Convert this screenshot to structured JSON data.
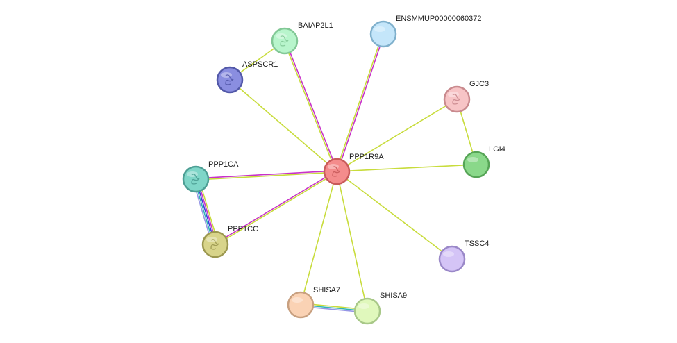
{
  "nodes": [
    {
      "id": "PPP1R9A",
      "label": "PPP1R9A",
      "fill": "#f48c8c",
      "stroke": "#c85a5a",
      "has_structure": true
    },
    {
      "id": "BAIAP2L1",
      "label": "BAIAP2L1",
      "fill": "#b8f5cc",
      "stroke": "#82c896",
      "has_structure": true
    },
    {
      "id": "ENSMMUP00000060372",
      "label": "ENSMMUP00000060372",
      "fill": "#c4e6fa",
      "stroke": "#7fb0cc",
      "has_structure": false
    },
    {
      "id": "ASPSCR1",
      "label": "ASPSCR1",
      "fill": "#8a8ee0",
      "stroke": "#5258a8",
      "has_structure": true
    },
    {
      "id": "GJC3",
      "label": "GJC3",
      "fill": "#f7c4c6",
      "stroke": "#c98a8e",
      "has_structure": true
    },
    {
      "id": "LGI4",
      "label": "LGI4",
      "fill": "#8ad88a",
      "stroke": "#56a456",
      "has_structure": false
    },
    {
      "id": "PPP1CA",
      "label": "PPP1CA",
      "fill": "#7fd6c8",
      "stroke": "#4d9e94",
      "has_structure": true
    },
    {
      "id": "PPP1CC",
      "label": "PPP1CC",
      "fill": "#d8d48a",
      "stroke": "#9c9850",
      "has_structure": true
    },
    {
      "id": "TSSC4",
      "label": "TSSC4",
      "fill": "#d4c4f6",
      "stroke": "#9a88c8",
      "has_structure": false
    },
    {
      "id": "SHISA7",
      "label": "SHISA7",
      "fill": "#fad2b4",
      "stroke": "#c8a080",
      "has_structure": false
    },
    {
      "id": "SHISA9",
      "label": "SHISA9",
      "fill": "#e0f8bc",
      "stroke": "#a8c888",
      "has_structure": false
    }
  ],
  "edges": [
    {
      "source": "PPP1R9A",
      "target": "BAIAP2L1",
      "colors": [
        "#c8dc3c",
        "#c832c8"
      ]
    },
    {
      "source": "PPP1R9A",
      "target": "ENSMMUP00000060372",
      "colors": [
        "#c8dc3c",
        "#c832c8"
      ]
    },
    {
      "source": "PPP1R9A",
      "target": "ASPSCR1",
      "colors": [
        "#c8dc3c"
      ]
    },
    {
      "source": "PPP1R9A",
      "target": "GJC3",
      "colors": [
        "#c8dc3c"
      ]
    },
    {
      "source": "PPP1R9A",
      "target": "LGI4",
      "colors": [
        "#c8dc3c"
      ]
    },
    {
      "source": "PPP1R9A",
      "target": "PPP1CA",
      "colors": [
        "#c8dc3c",
        "#c832c8"
      ]
    },
    {
      "source": "PPP1R9A",
      "target": "PPP1CC",
      "colors": [
        "#c8dc3c",
        "#c832c8"
      ]
    },
    {
      "source": "PPP1R9A",
      "target": "TSSC4",
      "colors": [
        "#c8dc3c"
      ]
    },
    {
      "source": "PPP1R9A",
      "target": "SHISA7",
      "colors": [
        "#c8dc3c"
      ]
    },
    {
      "source": "PPP1R9A",
      "target": "SHISA9",
      "colors": [
        "#c8dc3c"
      ]
    },
    {
      "source": "BAIAP2L1",
      "target": "ASPSCR1",
      "colors": [
        "#c8dc3c"
      ]
    },
    {
      "source": "GJC3",
      "target": "LGI4",
      "colors": [
        "#c8dc3c"
      ]
    },
    {
      "source": "PPP1CA",
      "target": "PPP1CC",
      "colors": [
        "#c8dc3c",
        "#c832c8",
        "#3c3cdc",
        "#32b4b4",
        "#9696e6"
      ]
    },
    {
      "source": "SHISA7",
      "target": "SHISA9",
      "colors": [
        "#c8dc3c",
        "#32b4b4",
        "#9696e6"
      ]
    }
  ]
}
